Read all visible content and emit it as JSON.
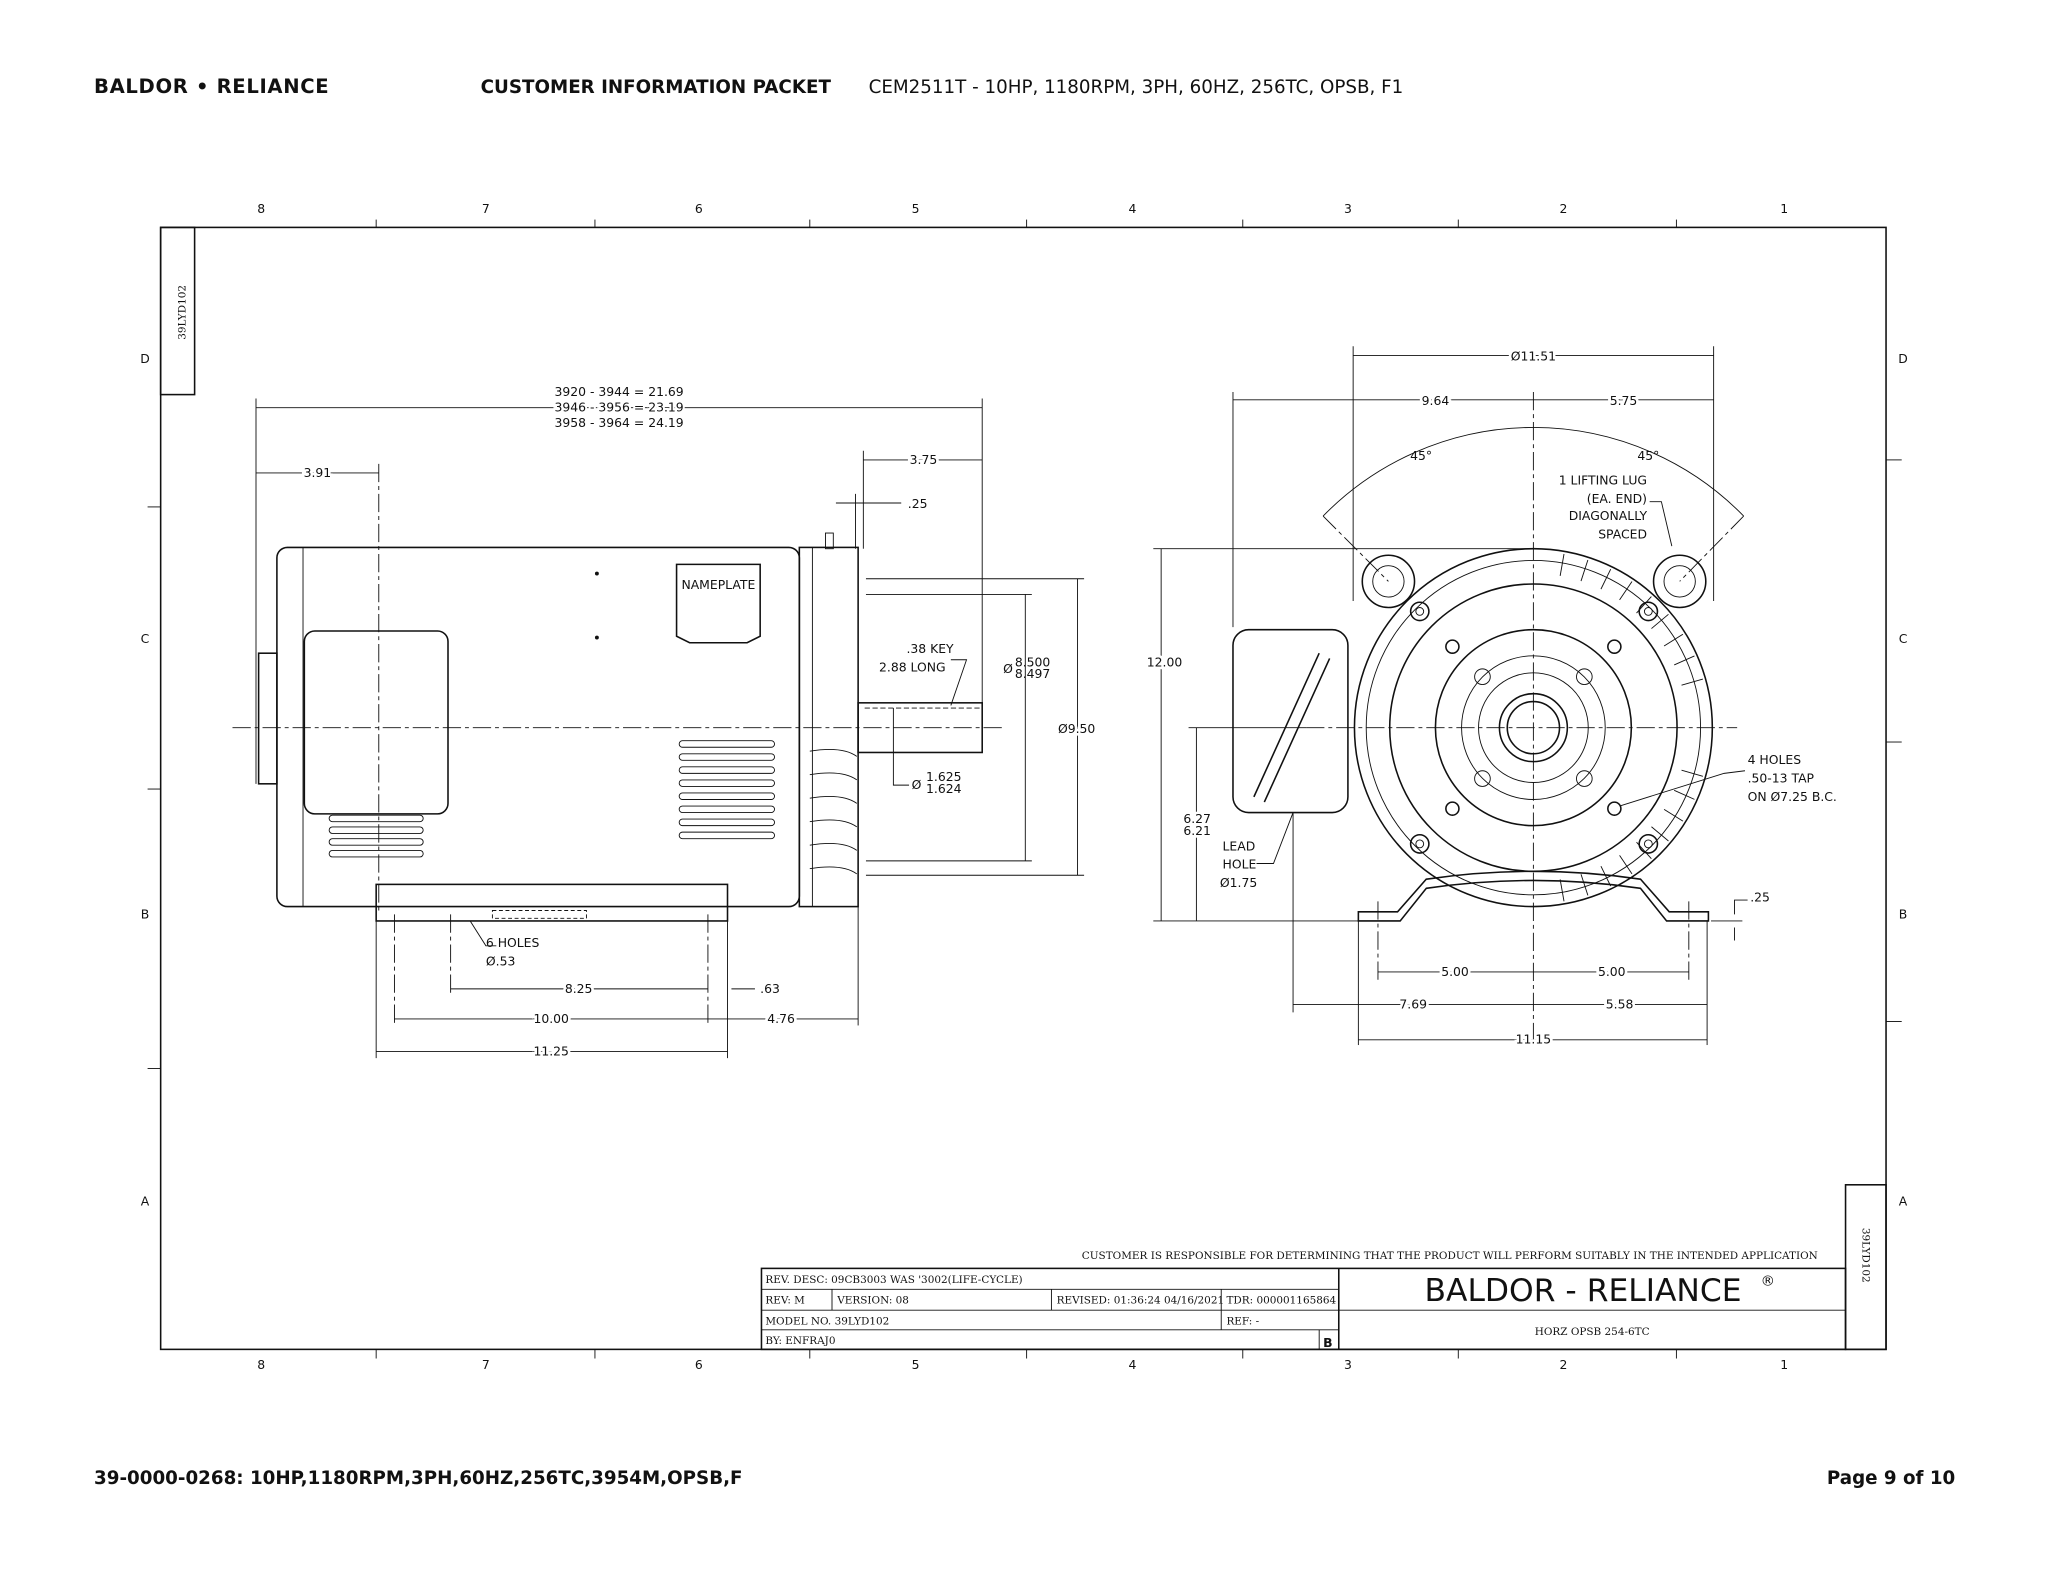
{
  "header": {
    "logo": "BALDOR • RELIANCE",
    "title": "CUSTOMER INFORMATION PACKET",
    "subtitle": "CEM2511T - 10HP, 1180RPM, 3PH, 60HZ, 256TC, OPSB, F1"
  },
  "drawing": {
    "zones_top": [
      "8",
      "7",
      "6",
      "5",
      "4",
      "3",
      "2",
      "1"
    ],
    "zones_side": [
      "D",
      "C",
      "B",
      "A"
    ],
    "corner_id": "39LYD102",
    "side_view": {
      "length_1": "3920 - 3944 = 21.69",
      "length_2": "3946 - 3956 = 23.19",
      "length_3": "3958 - 3964 = 24.19",
      "d_391": "3.91",
      "d_375": "3.75",
      "d_025": ".25",
      "nameplate": "NAMEPLATE",
      "key_1": ".38 KEY",
      "key_2": "2.88 LONG",
      "pilot_hi": "8.500",
      "pilot_lo": "8.497",
      "diam_sym": "Ø",
      "shaft_hi": "1.625",
      "shaft_lo": "1.624",
      "d_950": "Ø9.50",
      "holes_1": "6 HOLES",
      "holes_2": "Ø.53",
      "d_825": "8.25",
      "d_063": ".63",
      "d_1000": "10.00",
      "d_476": "4.76",
      "d_1125": "11.25"
    },
    "front_view": {
      "d_1151": "Ø11.51",
      "d_964": "9.64",
      "d_575": "5.75",
      "ang_l": "45°",
      "ang_r": "45°",
      "lug_1": "1 LIFTING LUG",
      "lug_2": "(EA. END)",
      "lug_3": "DIAGONALLY",
      "lug_4": "SPACED",
      "d_1200": "12.00",
      "d_627": "6.27",
      "d_621": "6.21",
      "lead_1": "LEAD",
      "lead_2": "HOLE",
      "lead_3": "Ø1.75",
      "tap_1": "4 HOLES",
      "tap_2": ".50-13 TAP",
      "tap_3": "ON Ø7.25 B.C.",
      "d_025": ".25",
      "d_500a": "5.00",
      "d_500b": "5.00",
      "d_769": "7.69",
      "d_558": "5.58",
      "d_1115": "11.15"
    },
    "title_block": {
      "disclaimer": "CUSTOMER IS RESPONSIBLE FOR DETERMINING THAT THE PRODUCT WILL PERFORM SUITABLY IN THE INTENDED APPLICATION",
      "rev_desc": "REV. DESC: 09CB3003 WAS '3002(LIFE-CYCLE)",
      "rev": "REV:  M",
      "version": "VERSION:  08",
      "revised": "REVISED:  01:36:24 04/16/2021",
      "tdr": "TDR:  000001165864",
      "model": "MODEL NO.  39LYD102",
      "ref": "REF:  -",
      "by": "BY: ENFRAJ0",
      "size": "B",
      "brand": "BALDOR - RELIANCE",
      "reg": "®",
      "desc": "HORZ OPSB 254-6TC",
      "side_id": "39LYD102"
    }
  },
  "footer": {
    "left": "39-0000-0268: 10HP,1180RPM,3PH,60HZ,256TC,3954M,OPSB,F",
    "right": "Page 9 of 10"
  }
}
